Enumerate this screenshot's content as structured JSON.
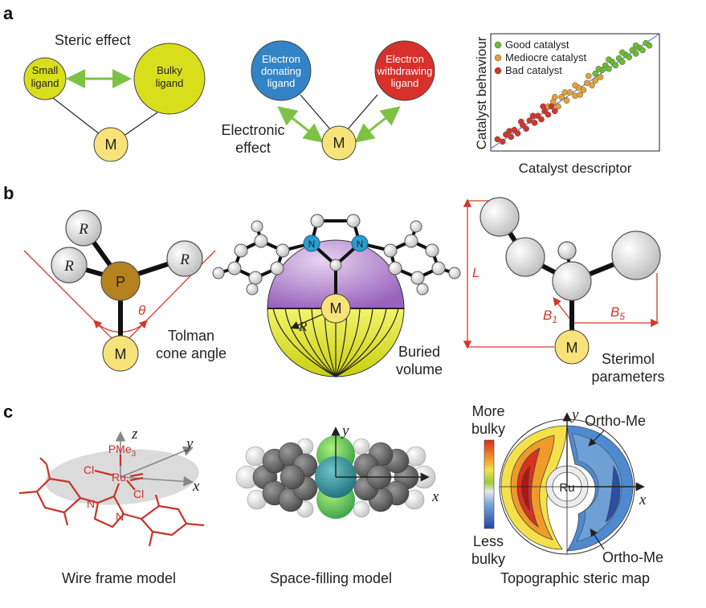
{
  "panels": {
    "a": {
      "letter": "a",
      "steric": {
        "title": "Steric effect",
        "small_ligand": [
          "Small",
          "ligand"
        ],
        "bulky_ligand": [
          "Bulky",
          "ligand"
        ],
        "metal": "M"
      },
      "electronic": {
        "donating": [
          "Electron",
          "donating",
          "ligand"
        ],
        "withdrawing": [
          "Electron",
          "withdrawing",
          "ligand"
        ],
        "effect": [
          "Electronic",
          "effect"
        ],
        "metal": "M"
      },
      "chart": {
        "ylabel": "Catalyst behaviour",
        "xlabel": "Catalyst descriptor",
        "legend": [
          "Good catalyst",
          "Mediocre catalyst",
          "Bad catalyst"
        ]
      }
    },
    "b": {
      "letter": "b",
      "tolman": {
        "r1": "R",
        "r2": "R",
        "r3": "R",
        "p": "P",
        "metal": "M",
        "theta": "θ",
        "caption": [
          "Tolman",
          "cone angle"
        ]
      },
      "buried": {
        "n1": "N",
        "n2": "N",
        "metal": "M",
        "radius": "R",
        "caption": [
          "Buried",
          "volume"
        ]
      },
      "sterimol": {
        "L": "L",
        "B1": "B",
        "B1_sub": "1",
        "B5": "B",
        "B5_sub": "5",
        "metal": "M",
        "caption": [
          "Sterimol",
          "parameters"
        ]
      }
    },
    "c": {
      "letter": "c",
      "wire": {
        "z": "z",
        "y": "y",
        "x": "x",
        "pme3": "PMe",
        "pme3_sub": "3",
        "cl1": "Cl",
        "cl2": "Cl",
        "ru": "Ru",
        "n1": "N",
        "n2": "N",
        "caption": "Wire frame model"
      },
      "space": {
        "y": "y",
        "x": "x",
        "caption": "Space-filling model"
      },
      "topo": {
        "more": [
          "More",
          "bulky"
        ],
        "less": [
          "Less",
          "bulky"
        ],
        "y": "y",
        "x": "x",
        "ru": "Ru",
        "ortho1": "Ortho-Me",
        "ortho2": "Ortho-Me",
        "caption": "Topographic steric map"
      }
    }
  },
  "colors": {
    "ligand_yellow": "#d8de1c",
    "metal_yellow": "#f8e27a",
    "donating_blue": "#3384c6",
    "withdrawing_red": "#d8302a",
    "arrow_green": "#7cc243",
    "line_red": "#d03a2a",
    "sphere_purple": "#b98fd0",
    "sphere_yellow": "#e4eb3a",
    "phosphorus_gold": "#b5821f",
    "nitrogen_blue": "#2a9dd0",
    "good": "#6cbd34",
    "mediocre": "#e2a13a",
    "bad": "#d2352c"
  },
  "chart_data": {
    "type": "scatter",
    "xlabel": "Catalyst descriptor",
    "ylabel": "Catalyst behaviour",
    "xlim": [
      0,
      1
    ],
    "ylim": [
      0,
      1
    ],
    "grid": false,
    "legend_position": "top-left",
    "trend_line": [
      [
        0,
        0.02
      ],
      [
        1,
        1.02
      ]
    ],
    "series": [
      {
        "name": "Good catalyst",
        "color": "#6cbd34",
        "points": [
          [
            0.62,
            0.66
          ],
          [
            0.66,
            0.69
          ],
          [
            0.68,
            0.73
          ],
          [
            0.7,
            0.7
          ],
          [
            0.72,
            0.76
          ],
          [
            0.74,
            0.73
          ],
          [
            0.76,
            0.79
          ],
          [
            0.78,
            0.76
          ],
          [
            0.8,
            0.82
          ],
          [
            0.82,
            0.8
          ],
          [
            0.84,
            0.86
          ],
          [
            0.86,
            0.83
          ],
          [
            0.88,
            0.88
          ],
          [
            0.9,
            0.86
          ],
          [
            0.92,
            0.92
          ],
          [
            0.94,
            0.9
          ],
          [
            0.7,
            0.78
          ],
          [
            0.78,
            0.84
          ],
          [
            0.86,
            0.9
          ],
          [
            0.64,
            0.7
          ]
        ]
      },
      {
        "name": "Mediocre catalyst",
        "color": "#e2a13a",
        "points": [
          [
            0.34,
            0.38
          ],
          [
            0.37,
            0.42
          ],
          [
            0.4,
            0.38
          ],
          [
            0.42,
            0.46
          ],
          [
            0.45,
            0.43
          ],
          [
            0.47,
            0.5
          ],
          [
            0.5,
            0.47
          ],
          [
            0.52,
            0.54
          ],
          [
            0.55,
            0.52
          ],
          [
            0.57,
            0.58
          ],
          [
            0.6,
            0.56
          ],
          [
            0.62,
            0.6
          ],
          [
            0.65,
            0.63
          ],
          [
            0.44,
            0.5
          ],
          [
            0.5,
            0.56
          ],
          [
            0.58,
            0.64
          ],
          [
            0.38,
            0.46
          ],
          [
            0.53,
            0.48
          ]
        ]
      },
      {
        "name": "Bad catalyst",
        "color": "#d2352c",
        "points": [
          [
            0.04,
            0.1
          ],
          [
            0.07,
            0.08
          ],
          [
            0.09,
            0.14
          ],
          [
            0.12,
            0.12
          ],
          [
            0.14,
            0.18
          ],
          [
            0.16,
            0.15
          ],
          [
            0.19,
            0.22
          ],
          [
            0.21,
            0.19
          ],
          [
            0.23,
            0.26
          ],
          [
            0.26,
            0.24
          ],
          [
            0.28,
            0.3
          ],
          [
            0.3,
            0.27
          ],
          [
            0.32,
            0.34
          ],
          [
            0.34,
            0.31
          ],
          [
            0.36,
            0.38
          ],
          [
            0.11,
            0.17
          ],
          [
            0.18,
            0.25
          ],
          [
            0.25,
            0.3
          ],
          [
            0.31,
            0.38
          ],
          [
            0.38,
            0.34
          ]
        ]
      }
    ]
  }
}
